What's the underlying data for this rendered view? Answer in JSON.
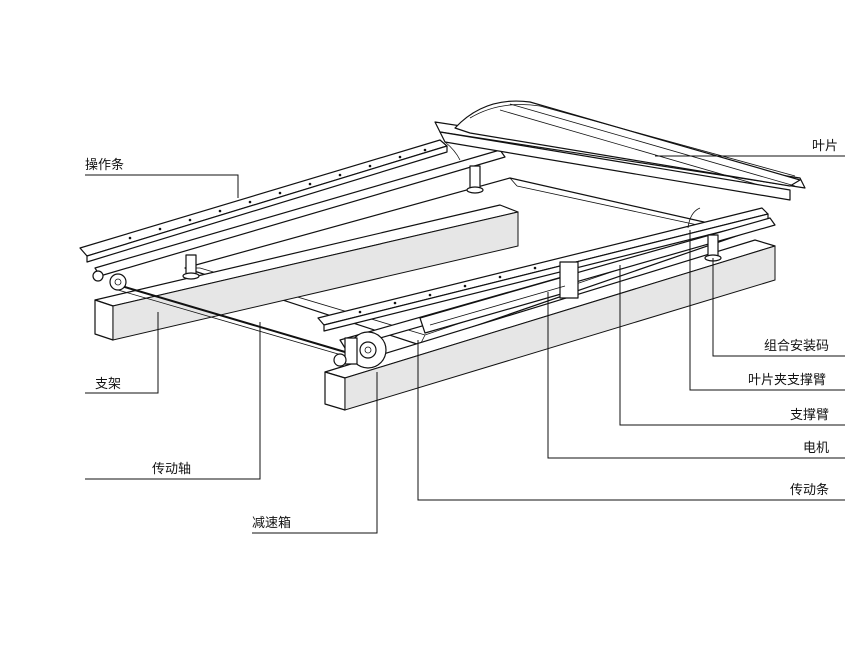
{
  "labels": {
    "blade": "叶片",
    "operating_bar": "操作条",
    "assembly_code": "组合安装码",
    "blade_clip_support_arm": "叶片夹支撑臂",
    "support_arm": "支撑臂",
    "bracket": "支架",
    "motor": "电机",
    "drive_bar": "传动条",
    "drive_shaft": "传动轴",
    "gearbox": "减速箱"
  },
  "colors": {
    "line": "#111111",
    "background": "#ffffff",
    "fill": "#e6e6e6"
  }
}
